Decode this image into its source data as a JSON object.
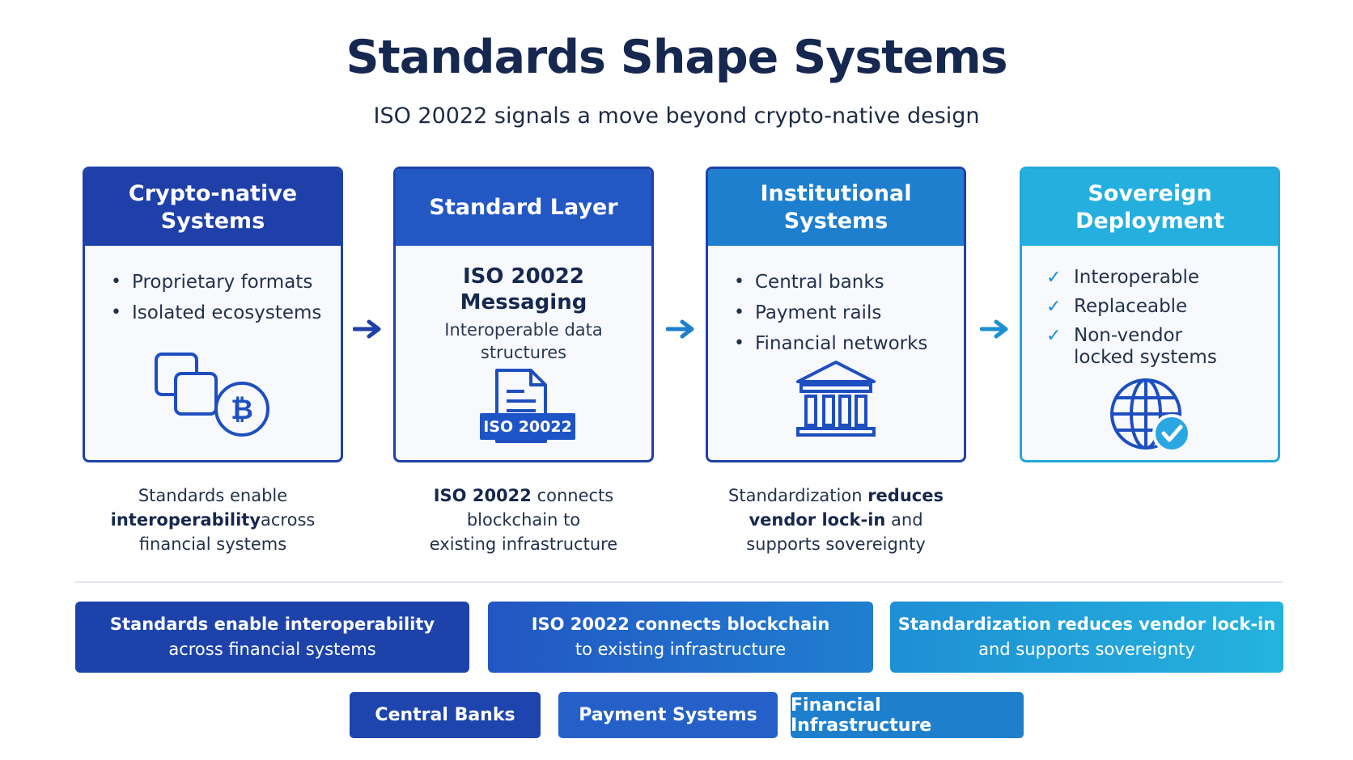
{
  "header": {
    "title": "Standards Shape Systems",
    "subtitle": "ISO 20022 signals a move beyond crypto-native design"
  },
  "colors": {
    "navy": "#1e40a8",
    "blue": "#2463c9",
    "mid_blue": "#1d87cf",
    "cyan": "#24b1dc"
  },
  "cards": [
    {
      "title_line1": "Crypto-native",
      "title_line2": "Systems",
      "items": [
        "Proprietary formats",
        "Isolated ecosystems"
      ],
      "icon": "blockchain-bitcoin-icon"
    },
    {
      "title": "Standard Layer",
      "heading_line1": "ISO 20022",
      "heading_line2": "Messaging",
      "desc_line1": "Interoperable data",
      "desc_line2": "structures",
      "icon": "document-icon",
      "badge": "ISO 20022"
    },
    {
      "title_line1": "Institutional",
      "title_line2": "Systems",
      "items": [
        "Central banks",
        "Payment rails",
        "Financial networks"
      ],
      "icon": "bank-building-icon"
    },
    {
      "title_line1": "Sovereign",
      "title_line2": "Deployment",
      "items": [
        "Interoperable",
        "Replaceable",
        "Non-vendor locked systems"
      ],
      "icon": "globe-check-icon"
    }
  ],
  "captions": [
    {
      "line1": "Standards enable",
      "line2_bold": "interoperability",
      "line2_rest": "across",
      "line3": "financial systems"
    },
    {
      "line1_bold": "ISO 20022",
      "line1_rest": " connects",
      "line2": "blockchain to",
      "line3": "existing infrastructure"
    },
    {
      "line1_pre": "Standardization ",
      "line1_bold": "reduces",
      "line2_bold": "vendor lock-in",
      "line2_rest": " and",
      "line3": "supports sovereignty"
    }
  ],
  "banners": [
    {
      "line1": "Standards enable interoperability",
      "line2": "across financial systems"
    },
    {
      "line1": "ISO 20022 connects blockchain",
      "line2": "to existing infrastructure"
    },
    {
      "line1": "Standardization reduces vendor lock-in",
      "line2": "and supports sovereignty"
    }
  ],
  "pills": [
    "Central Banks",
    "Payment Systems",
    "Financial Infrastructure"
  ]
}
